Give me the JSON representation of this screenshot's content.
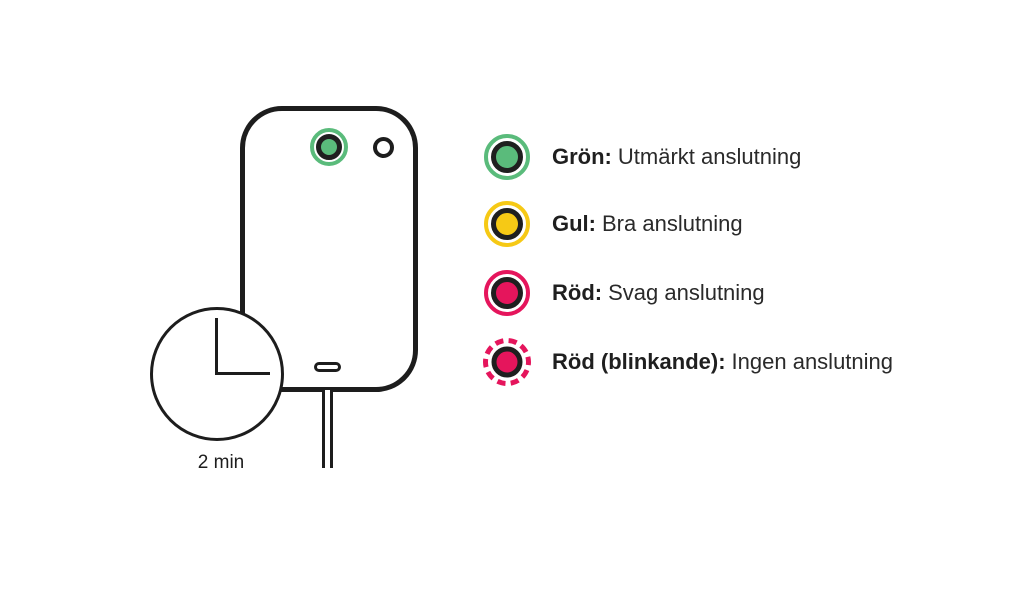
{
  "illustration": {
    "device": {
      "status_led_color": "#5abb7b"
    },
    "clock": {
      "label": "2 min"
    }
  },
  "legend": {
    "items": [
      {
        "icon": "led-green-icon",
        "color": "#5abb7b",
        "style": "solid",
        "label": "Grön:",
        "description": "Utmärkt anslutning"
      },
      {
        "icon": "led-yellow-icon",
        "color": "#f6c915",
        "style": "solid",
        "label": "Gul:",
        "description": "Bra anslutning"
      },
      {
        "icon": "led-red-icon",
        "color": "#e5155c",
        "style": "solid",
        "label": "Röd:",
        "description": "Svag anslutning"
      },
      {
        "icon": "led-red-blinking-icon",
        "color": "#e5155c",
        "style": "blinking",
        "label": "Röd (blinkande):",
        "description": "Ingen anslutning"
      }
    ]
  },
  "colors": {
    "background": "#ffffff",
    "outline": "#1d1d1d",
    "text": "#2a2a2a",
    "green": "#5abb7b",
    "yellow": "#f6c915",
    "red": "#e5155c"
  }
}
